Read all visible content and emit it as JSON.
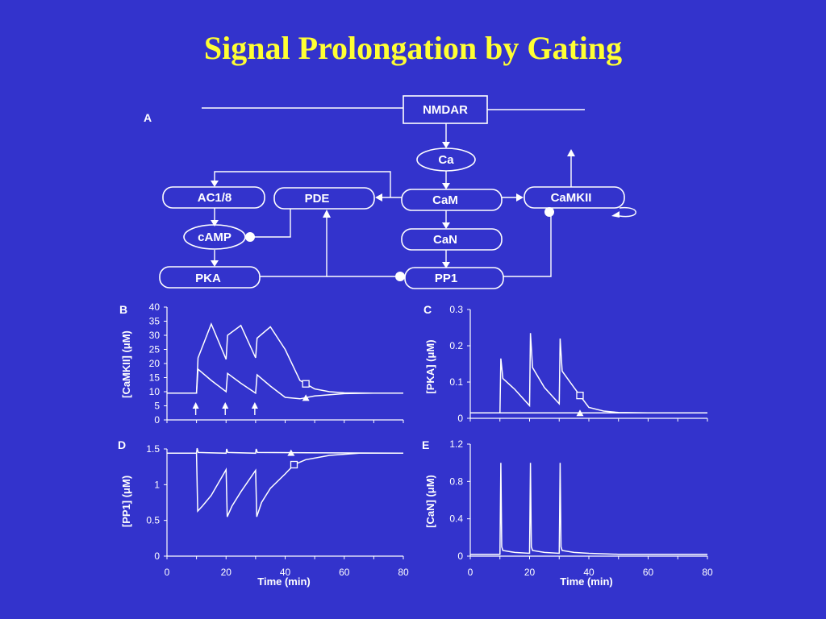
{
  "slide": {
    "title": "Signal Prolongation by Gating"
  },
  "diagram": {
    "panel_label": "A",
    "nodes": {
      "nmdar": "NMDAR",
      "ca": "Ca",
      "cam": "CaM",
      "camkii": "CaMKII",
      "can": "CaN",
      "pp1": "PP1",
      "ac18": "AC1/8",
      "pde": "PDE",
      "camp": "cAMP",
      "pka": "PKA"
    }
  },
  "chart_data": [
    {
      "panel": "B",
      "type": "line",
      "ylabel": "[CaMKII] (μM)",
      "xlabel": "",
      "xlim": [
        0,
        80
      ],
      "ylim": [
        0,
        40
      ],
      "yticks": [
        0,
        5,
        10,
        15,
        20,
        25,
        30,
        35,
        40
      ],
      "xticks": [],
      "stimulus_arrows_x": [
        10,
        20,
        30
      ],
      "series": [
        {
          "marker": "square",
          "marker_x": 47,
          "x": [
            0,
            10,
            10.5,
            15,
            20,
            20.5,
            25,
            30,
            30.5,
            35,
            40,
            45,
            50,
            55,
            60,
            70,
            80
          ],
          "y": [
            9.5,
            9.5,
            22,
            34,
            21.5,
            30,
            33.5,
            22,
            29,
            33,
            25,
            14,
            11,
            10,
            9.6,
            9.5,
            9.5
          ]
        },
        {
          "marker": "triangle",
          "marker_x": 47,
          "x": [
            0,
            10,
            10.5,
            15,
            20,
            20.5,
            25,
            30,
            30.5,
            35,
            40,
            45,
            50,
            60,
            70,
            80
          ],
          "y": [
            9.5,
            9.5,
            18,
            14,
            10,
            16.5,
            13,
            9.5,
            16,
            12,
            8,
            7.5,
            8.5,
            9.3,
            9.5,
            9.5
          ]
        }
      ]
    },
    {
      "panel": "C",
      "type": "line",
      "ylabel": "[PKA] (μM)",
      "xlabel": "",
      "xlim": [
        0,
        80
      ],
      "ylim": [
        0,
        0.3
      ],
      "yticks": [
        0,
        0.1,
        0.2,
        0.3
      ],
      "xticks": [],
      "series": [
        {
          "marker": "square",
          "marker_x": 37,
          "x": [
            0,
            10,
            10.3,
            11,
            15,
            20,
            20.3,
            21,
            25,
            30,
            30.3,
            31,
            35,
            40,
            45,
            50,
            60,
            70,
            80
          ],
          "y": [
            0.015,
            0.015,
            0.165,
            0.11,
            0.08,
            0.035,
            0.235,
            0.14,
            0.085,
            0.04,
            0.22,
            0.13,
            0.085,
            0.03,
            0.02,
            0.016,
            0.015,
            0.015,
            0.015
          ]
        },
        {
          "marker": "triangle",
          "marker_x": 37,
          "x": [
            0,
            80
          ],
          "y": [
            0.015,
            0.015
          ]
        }
      ]
    },
    {
      "panel": "D",
      "type": "line",
      "ylabel": "[PP1] (μM)",
      "xlabel": "Time (min)",
      "xlim": [
        0,
        80
      ],
      "ylim": [
        0,
        1.5
      ],
      "yticks": [
        0,
        0.5,
        1,
        1.5
      ],
      "xticks": [
        0,
        20,
        40,
        60,
        80
      ],
      "series": [
        {
          "marker": "triangle",
          "marker_x": 42,
          "x": [
            0,
            10,
            10.2,
            10.6,
            20,
            20.2,
            20.6,
            30,
            30.2,
            30.6,
            80
          ],
          "y": [
            1.44,
            1.44,
            1.51,
            1.45,
            1.44,
            1.5,
            1.45,
            1.44,
            1.5,
            1.45,
            1.44
          ]
        },
        {
          "marker": "square",
          "marker_x": 43,
          "x": [
            0,
            10,
            10.4,
            12,
            15,
            20,
            20.4,
            22,
            25,
            30,
            30.4,
            32,
            35,
            40,
            43,
            47,
            55,
            65,
            80
          ],
          "y": [
            1.44,
            1.44,
            0.63,
            0.7,
            0.85,
            1.21,
            0.55,
            0.7,
            0.9,
            1.2,
            0.55,
            0.75,
            0.95,
            1.15,
            1.28,
            1.35,
            1.41,
            1.44,
            1.44
          ]
        }
      ]
    },
    {
      "panel": "E",
      "type": "line",
      "ylabel": "[CaN] (μM)",
      "xlabel": "Time (min)",
      "xlim": [
        0,
        80
      ],
      "ylim": [
        0,
        1.2
      ],
      "yticks": [
        0,
        0.4,
        0.8,
        1.2
      ],
      "xticks": [
        0,
        20,
        40,
        60,
        80
      ],
      "series": [
        {
          "x": [
            0,
            10,
            10.3,
            10.6,
            11,
            15,
            20,
            20.3,
            20.6,
            21,
            25,
            30,
            30.3,
            30.6,
            31,
            35,
            40,
            50,
            60,
            80
          ],
          "y": [
            0.02,
            0.02,
            1.0,
            0.1,
            0.06,
            0.04,
            0.03,
            1.0,
            0.1,
            0.06,
            0.04,
            0.03,
            1.0,
            0.1,
            0.06,
            0.04,
            0.03,
            0.02,
            0.02,
            0.02
          ]
        }
      ]
    }
  ]
}
